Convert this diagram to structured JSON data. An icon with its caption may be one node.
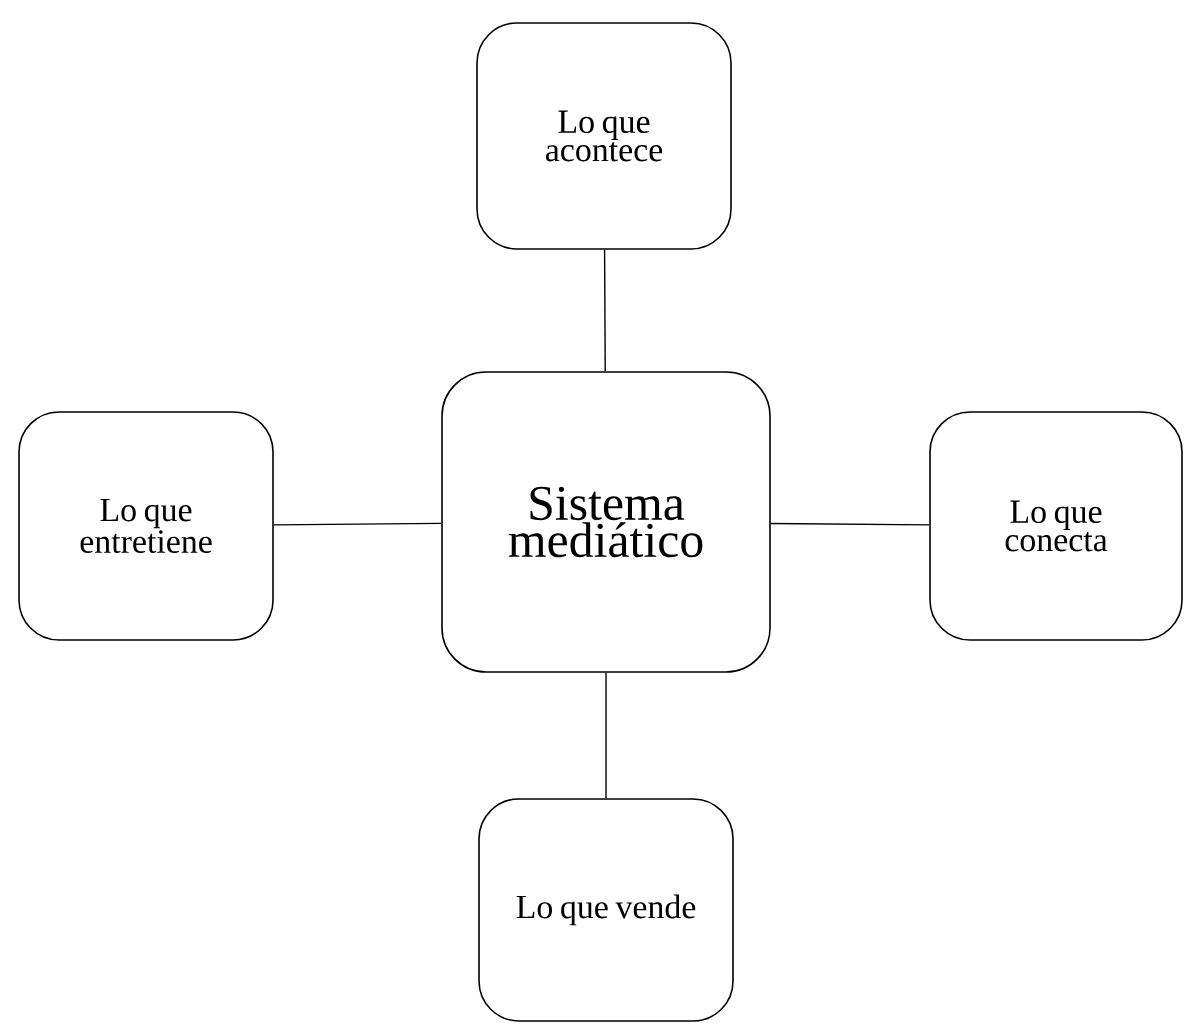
{
  "diagram": {
    "nodes": [
      {
        "text": [
          "Lo que acontece"
        ]
      },
      {
        "text": [
          "Lo que entretiene"
        ]
      },
      {
        "text": [
          "Sistema mediático"
        ]
      },
      {
        "text": [
          "Lo que conecta"
        ]
      },
      {
        "text": [
          "Lo que vende"
        ]
      }
    ],
    "edges": [
      {
        "from": 2,
        "to": 0,
        "arrow": "none"
      },
      {
        "from": 2,
        "to": 1,
        "arrow": "none"
      },
      {
        "from": 2,
        "to": 3,
        "arrow": "none"
      },
      {
        "from": 2,
        "to": 4,
        "arrow": "none"
      }
    ]
  }
}
